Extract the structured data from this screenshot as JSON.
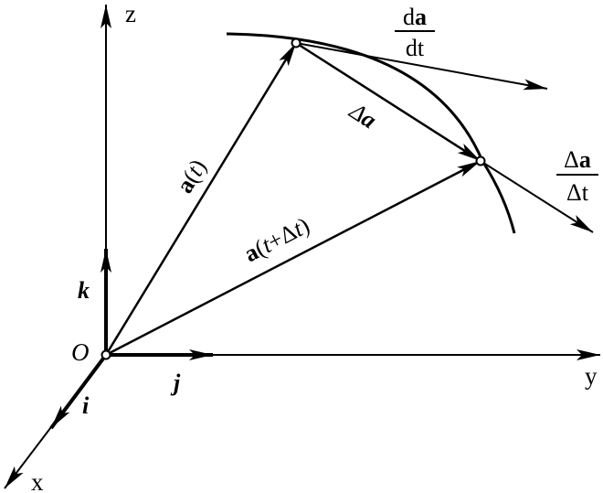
{
  "axes": {
    "z": "z",
    "y": "y",
    "x": "x",
    "origin": "O"
  },
  "unit_vectors": {
    "i": "i",
    "j": "j",
    "k": "k"
  },
  "vectors": {
    "a_t": {
      "bold": "a",
      "open": "(",
      "var": "t",
      "close": ")"
    },
    "a_t_dt": {
      "bold": "a",
      "open": "(",
      "var": "t",
      "plus": "+Δ",
      "var2": "t",
      "close": ")"
    },
    "delta_a": {
      "delta": "Δ",
      "bold": "a"
    }
  },
  "derivative": {
    "numerator_d": "d",
    "numerator_bold": "a",
    "denominator": "dt"
  },
  "difference_quotient": {
    "numerator_delta": "Δ",
    "numerator_bold": "a",
    "denominator": "Δt"
  },
  "colors": {
    "ink": "#000000",
    "background": "#ffffff"
  }
}
